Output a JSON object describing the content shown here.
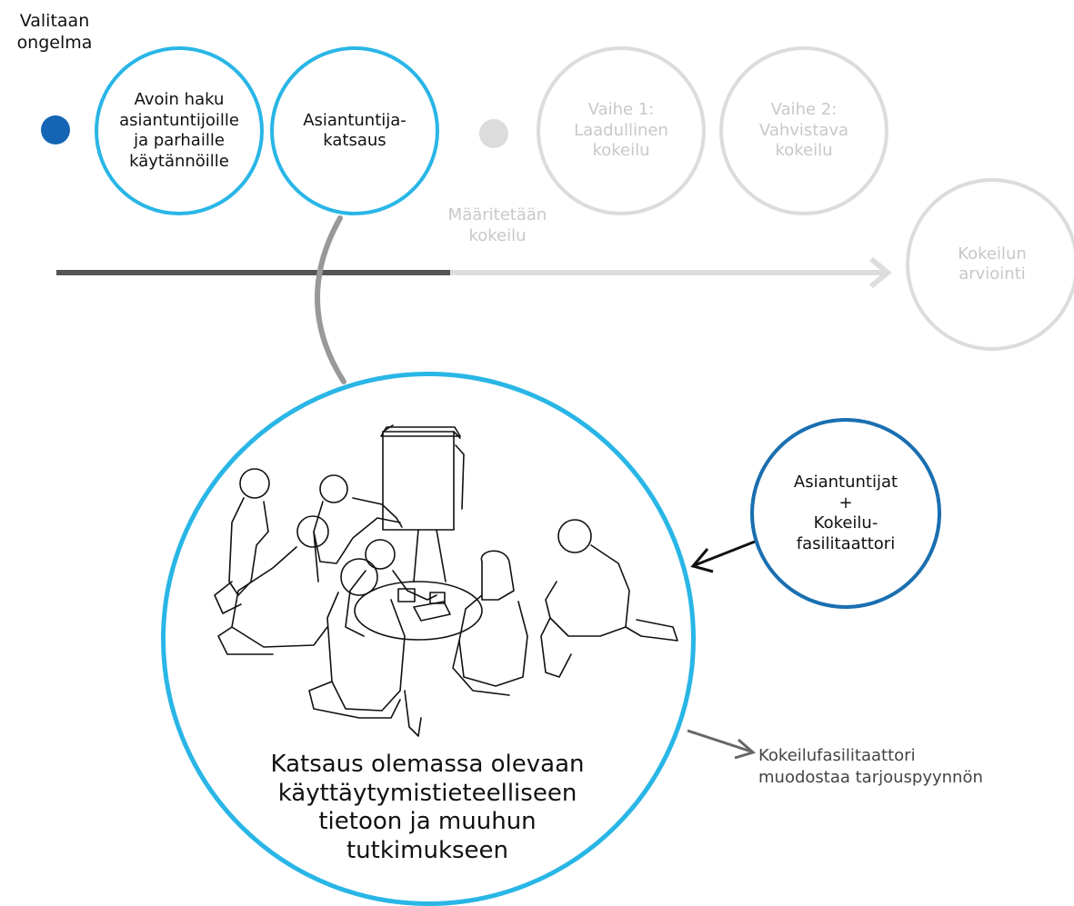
{
  "colors": {
    "cyan": "#29b6e6",
    "blue_dark": "#1a6fb0",
    "dot_blue": "#1565b4",
    "inactive": "#dcdcdc",
    "inactive_text": "#c8c8c8",
    "timeline_dark": "#555555",
    "timeline_light": "#dddddd",
    "connector": "#999999",
    "text": "#111111",
    "note_text": "#444444"
  },
  "steps": {
    "valitaan": "Valitaan\nongelma",
    "avoin_haku": "Avoin haku\nasiantuntijoille\nja parhaille\nkäytännöille",
    "katsaus": "Asiantuntija-\nkatsaus",
    "vaihe1": "Vaihe 1:\nLaadullinen\nkokeilu",
    "vaihe2": "Vaihe 2:\nVahvistava\nkokeilu",
    "maaritetaan": "Määritetään\nkokeilu",
    "arviointi": "Kokeilun\narviointi"
  },
  "detail": {
    "main_text": "Katsaus olemassa olevaan\nkäyttäytymistieteelliseen\ntietoon ja muuhun\ntutkimukseen",
    "illustration_icon": "people-meeting-illustration"
  },
  "actors": {
    "label": "Asiantuntijat\n+\nKokeilu-\nfasilitaattori"
  },
  "outcome": {
    "label": "Kokeilufasilitaattori\nmuodostaa tarjouspyynnön"
  }
}
